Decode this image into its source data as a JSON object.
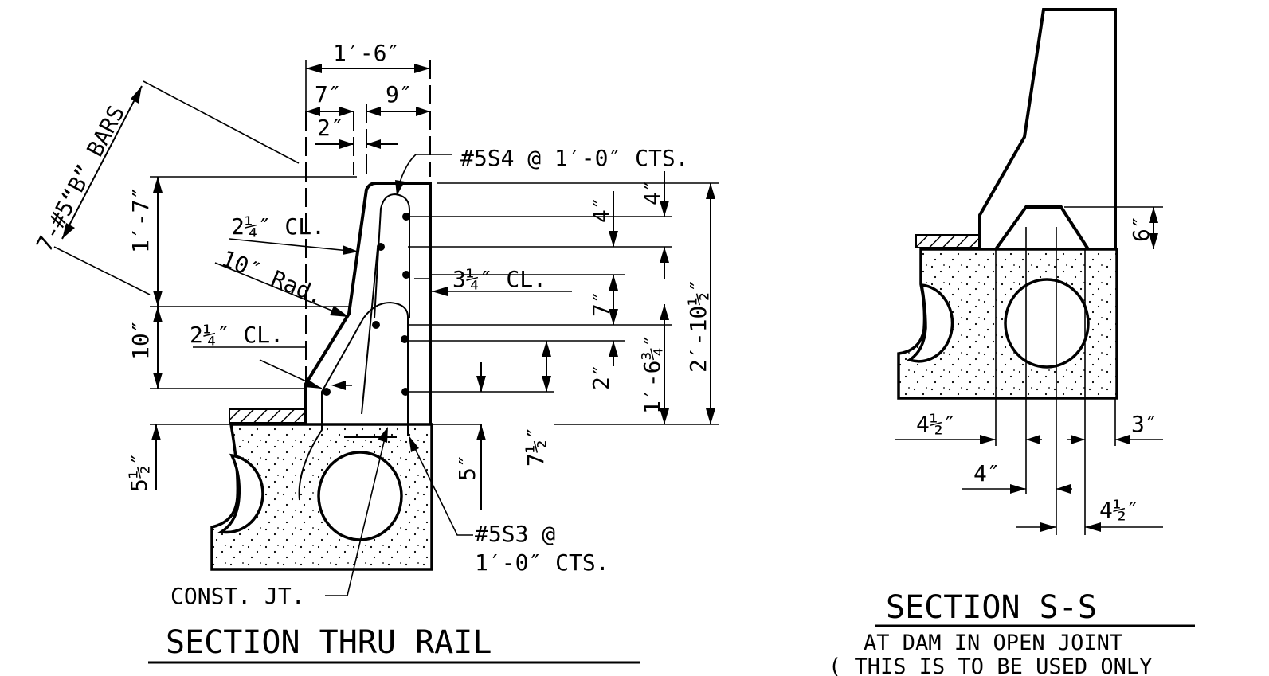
{
  "left_view": {
    "title": "SECTION THRU RAIL",
    "dims": {
      "total_top": "1′-6″",
      "d7": "7″",
      "d9": "9″",
      "d2": "2″",
      "h_1_7": "1′-7″",
      "h_10": "10″",
      "h_5_half": "5½″",
      "v_4a": "4″",
      "v_4b": "4″",
      "v_7": "7″",
      "v_2": "2″",
      "v_1_6_34": "1′-6¾″",
      "v_2_10_half": "2′-10½″",
      "v_7_half": "7½″",
      "v_5": "5″"
    },
    "notes": {
      "bars_b": "7-#5“B” BARS",
      "s4": "#5S4 @ 1′-0″ CTS.",
      "cl_top": "2¼″ CL.",
      "rad": "10″ Rad.",
      "cl_mid": "3¼″ CL.",
      "cl_low": "2¼″ CL.",
      "s3_a": "#5S3 @",
      "s3_b": "1′-0″ CTS.",
      "const_jt": "CONST. JT."
    }
  },
  "right_view": {
    "title": "SECTION S-S",
    "subtitle": "AT DAM IN OPEN JOINT",
    "subtitle2": "( THIS IS TO BE USED ONLY",
    "dims": {
      "d6": "6″",
      "d4_half_a": "4½″",
      "d3": "3″",
      "d4": "4″",
      "d4_half_b": "4½″"
    }
  }
}
